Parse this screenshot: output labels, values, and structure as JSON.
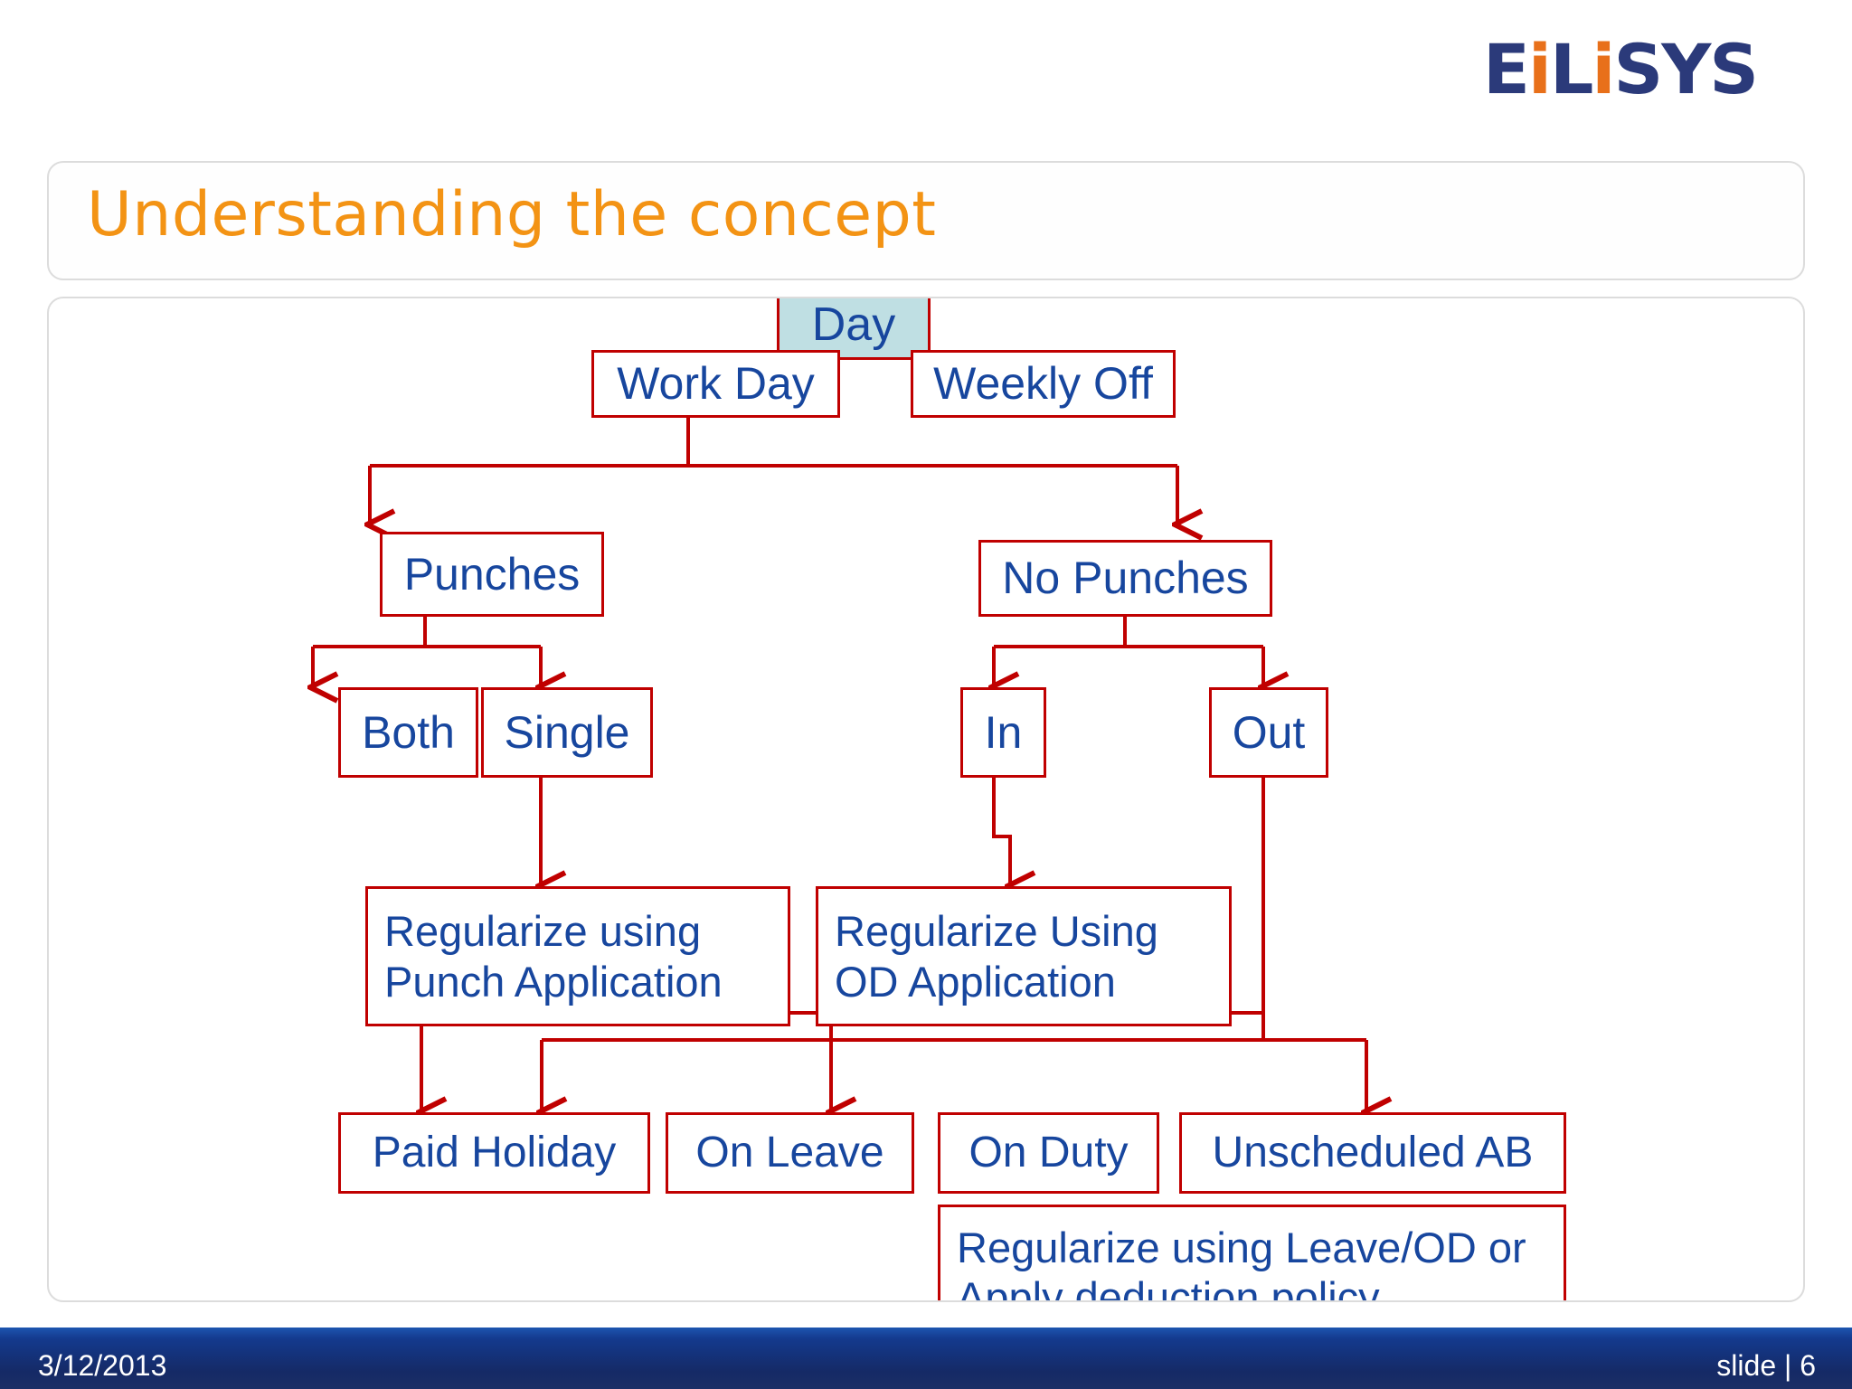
{
  "brand": {
    "logo_text": "EiLiSYS",
    "logo_color": "#2b3a7a",
    "logo_accent_color": "#e8701a"
  },
  "header": {
    "title": "Understanding the concept",
    "title_color": "#f39314"
  },
  "footer": {
    "date": "3/12/2013",
    "slide_label": "slide | 6",
    "band_color": "#152a66"
  },
  "diagram": {
    "type": "flowchart",
    "node_border_color": "#c00000",
    "node_text_color": "#17469e",
    "highlight_fill": "#bfdfe3",
    "nodes": [
      {
        "id": "day",
        "label": "Day"
      },
      {
        "id": "work-day",
        "label": "Work Day"
      },
      {
        "id": "weekly-off",
        "label": "Weekly Off"
      },
      {
        "id": "punches",
        "label": "Punches"
      },
      {
        "id": "no-punches",
        "label": "No Punches"
      },
      {
        "id": "both",
        "label": "Both"
      },
      {
        "id": "single",
        "label": "Single"
      },
      {
        "id": "in",
        "label": "In"
      },
      {
        "id": "out",
        "label": "Out"
      },
      {
        "id": "reg-punch",
        "label": "Regularize using Punch Application"
      },
      {
        "id": "reg-od",
        "label": "Regularize Using OD Application"
      },
      {
        "id": "paid-holiday",
        "label": "Paid Holiday"
      },
      {
        "id": "on-leave",
        "label": "On Leave"
      },
      {
        "id": "on-duty",
        "label": "On Duty"
      },
      {
        "id": "unsched-ab",
        "label": "Unscheduled AB"
      },
      {
        "id": "reg-leave-od",
        "label": "Regularize using Leave/OD or Apply deduction policy"
      }
    ],
    "edges": [
      {
        "from": "day",
        "to": "work-day"
      },
      {
        "from": "day",
        "to": "weekly-off"
      },
      {
        "from": "work-day",
        "to": "punches"
      },
      {
        "from": "work-day",
        "to": "no-punches"
      },
      {
        "from": "punches",
        "to": "both"
      },
      {
        "from": "punches",
        "to": "single"
      },
      {
        "from": "no-punches",
        "to": "in"
      },
      {
        "from": "no-punches",
        "to": "out"
      },
      {
        "from": "single",
        "to": "reg-punch"
      },
      {
        "from": "in",
        "to": "reg-od"
      },
      {
        "from": "out",
        "to": "paid-holiday"
      },
      {
        "from": "out",
        "to": "on-leave"
      },
      {
        "from": "out",
        "to": "on-duty"
      },
      {
        "from": "out",
        "to": "unsched-ab"
      }
    ]
  }
}
